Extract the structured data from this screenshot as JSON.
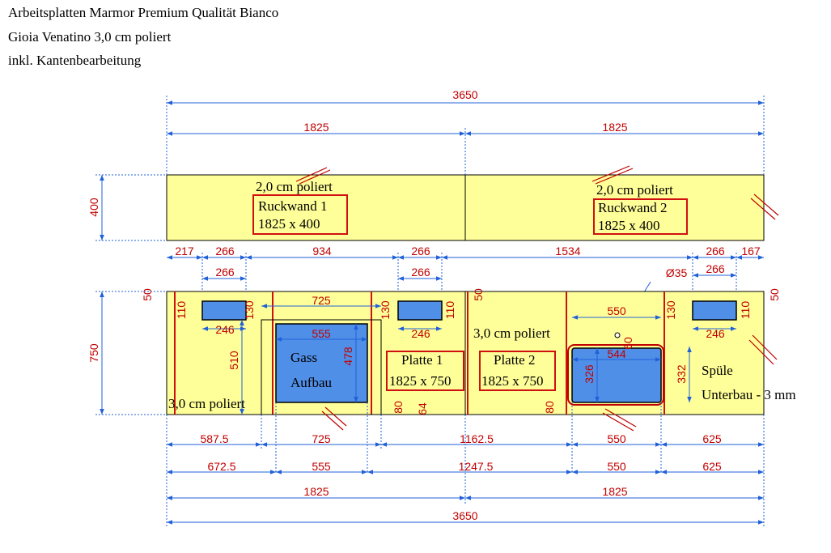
{
  "header": {
    "line1": "Arbeitsplatten Marmor Premium Qualität Bianco",
    "line2": "Gioia Venatino 3,0 cm poliert",
    "line3": "inkl. Kantenbearbeitung"
  },
  "colors": {
    "slab_fill": "#ffff99",
    "cutout_fill": "#4f8fe8",
    "dim_line": "#2060d8",
    "dim_text": "#c00000",
    "label_box": "#d01010"
  },
  "top_dims": {
    "total": "3650",
    "half_left": "1825",
    "half_right": "1825",
    "height_backsplash": "400"
  },
  "backsplash": {
    "left": {
      "finish": "2,0 cm poliert",
      "name": "Ruckwand 1",
      "size": "1825 x 400"
    },
    "right": {
      "finish": "2,0 cm poliert",
      "name": "Ruckwand 2",
      "size": "1825 x 400"
    }
  },
  "mid_dims": {
    "d217": "217",
    "d266a": "266",
    "d934": "934",
    "d266b": "266",
    "d1534": "1534",
    "d266c": "266",
    "d167": "167",
    "win266a": "266",
    "win266b": "266",
    "win266c": "266",
    "diam": "Ø35"
  },
  "worktop": {
    "height": "750",
    "edge_50_left": "50",
    "edge_50_mid": "50",
    "edge_50_right": "50",
    "finish_left": "3,0 cm poliert",
    "finish_mid": "3,0 cm poliert",
    "gas_label": "Gass",
    "gas_label2": "Aufbau",
    "plate1_name": "Platte 1",
    "plate1_size": "1825 x 750",
    "plate2_name": "Platte 2",
    "plate2_size": "1825 x 750",
    "sink_label": "Spüle",
    "sink_label2": "Unterbau - 3 mm",
    "d110a": "110",
    "d130a": "130",
    "d246a": "246",
    "d725top": "725",
    "d555": "555",
    "d478": "478",
    "d510": "510",
    "d130b": "130",
    "d110b": "110",
    "d246b": "246",
    "d80a": "80",
    "d64": "64",
    "d80b": "80",
    "d550": "550",
    "d60": "60",
    "d544": "544",
    "d326": "326",
    "d332": "332",
    "d130c": "130",
    "d110c": "110",
    "d246c": "246"
  },
  "bottom_dims": {
    "row1": [
      "587.5",
      "725",
      "1162.5",
      "550",
      "625"
    ],
    "row2": [
      "672.5",
      "555",
      "1247.5",
      "550",
      "625"
    ],
    "row3": [
      "1825",
      "1825"
    ],
    "row4": "3650"
  }
}
